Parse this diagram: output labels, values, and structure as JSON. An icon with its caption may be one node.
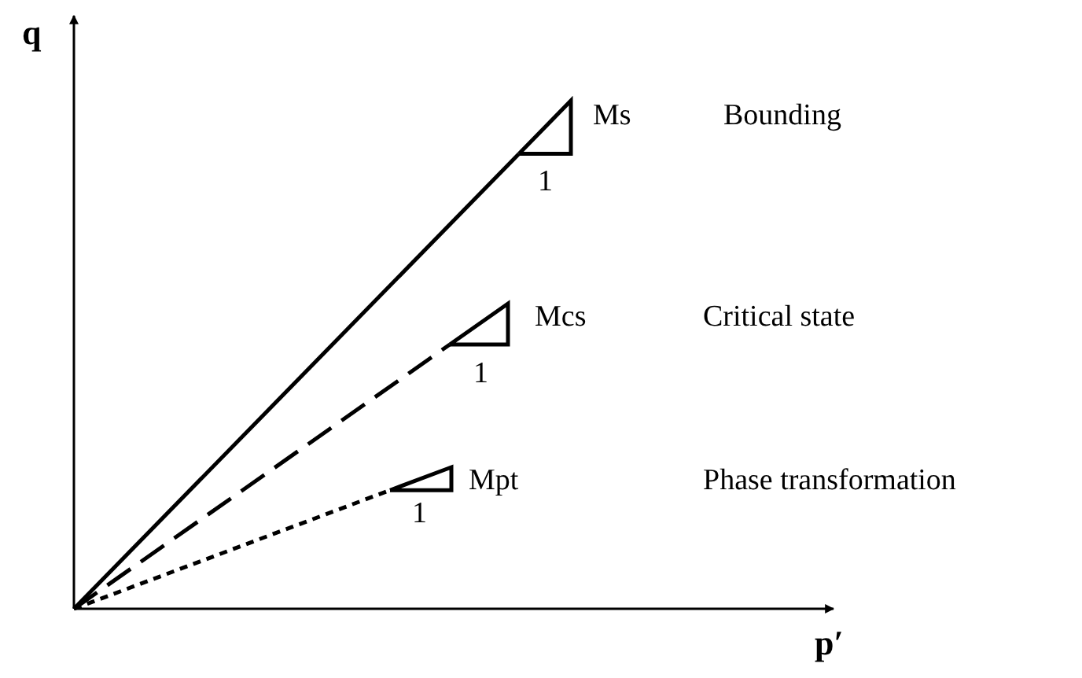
{
  "diagram": {
    "labels": [
      "q",
      "Ms",
      "Bounding",
      "1",
      "Mcs",
      "Critical state",
      "1",
      "Mpt",
      "Phase transformation",
      "1",
      "p′"
    ]
  }
}
